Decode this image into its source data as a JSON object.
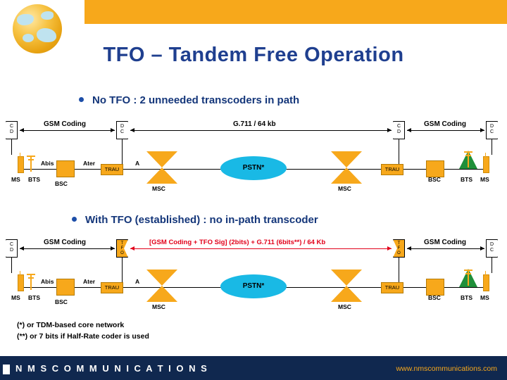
{
  "title": "TFO – Tandem Free Operation",
  "bullets": {
    "top": "No TFO : 2 unneeded transcoders in path",
    "bottom": "With TFO (established) : no in-path transcoder"
  },
  "diagram_top": {
    "codec_left": "C\nD",
    "codec_mid_left": "D\nC",
    "codec_mid_right": "C\nD",
    "codec_right": "D\nC",
    "link_left": "GSM Coding",
    "link_mid": "G.711 / 64 kb",
    "link_right": "GSM Coding",
    "interfaces": {
      "abis": "Abis",
      "ater": "Ater",
      "a": "A"
    },
    "nodes": {
      "ms": "MS",
      "bts": "BTS",
      "bsc": "BSC",
      "trau_left": "TRAU",
      "msc_left": "MSC",
      "pstn": "PSTN*",
      "msc_right": "MSC",
      "trau_right": "TRAU",
      "bsc_right": "BSC",
      "bts_right": "BTS",
      "ms_right": "MS"
    }
  },
  "diagram_bottom": {
    "codec_left": "C\nD",
    "codec_mid_left": "T\nF\nO",
    "codec_mid_right": "T\nF\nO",
    "codec_right": "D\nC",
    "link_left": "GSM Coding",
    "link_mid": "[GSM Coding + TFO Sig] (2bits) + G.711 (6bits**) / 64 Kb",
    "link_right": "GSM Coding",
    "interfaces": {
      "abis": "Abis",
      "ater": "Ater",
      "a": "A"
    },
    "nodes": {
      "ms": "MS",
      "bts": "BTS",
      "bsc": "BSC",
      "trau_left": "TRAU",
      "msc_left": "MSC",
      "pstn": "PSTN*",
      "msc_right": "MSC",
      "trau_right": "TRAU",
      "bsc_right": "BSC",
      "bts_right": "BTS",
      "ms_right": "MS"
    }
  },
  "footnotes": {
    "line1": "(*) or TDM-based core network",
    "line2": "(**) or 7 bits if Half-Rate coder is used"
  },
  "footer": {
    "brand": "N M S  C O M M U N I C A T I O N S",
    "url": "www.nmscommunications.com"
  },
  "colors": {
    "banner": "#f7a81b",
    "title": "#1f3f8f",
    "accent_red": "#e2001a",
    "pstn": "#19b9e5",
    "bts_green": "#1f8f3a",
    "footer_bg": "#10284f"
  }
}
